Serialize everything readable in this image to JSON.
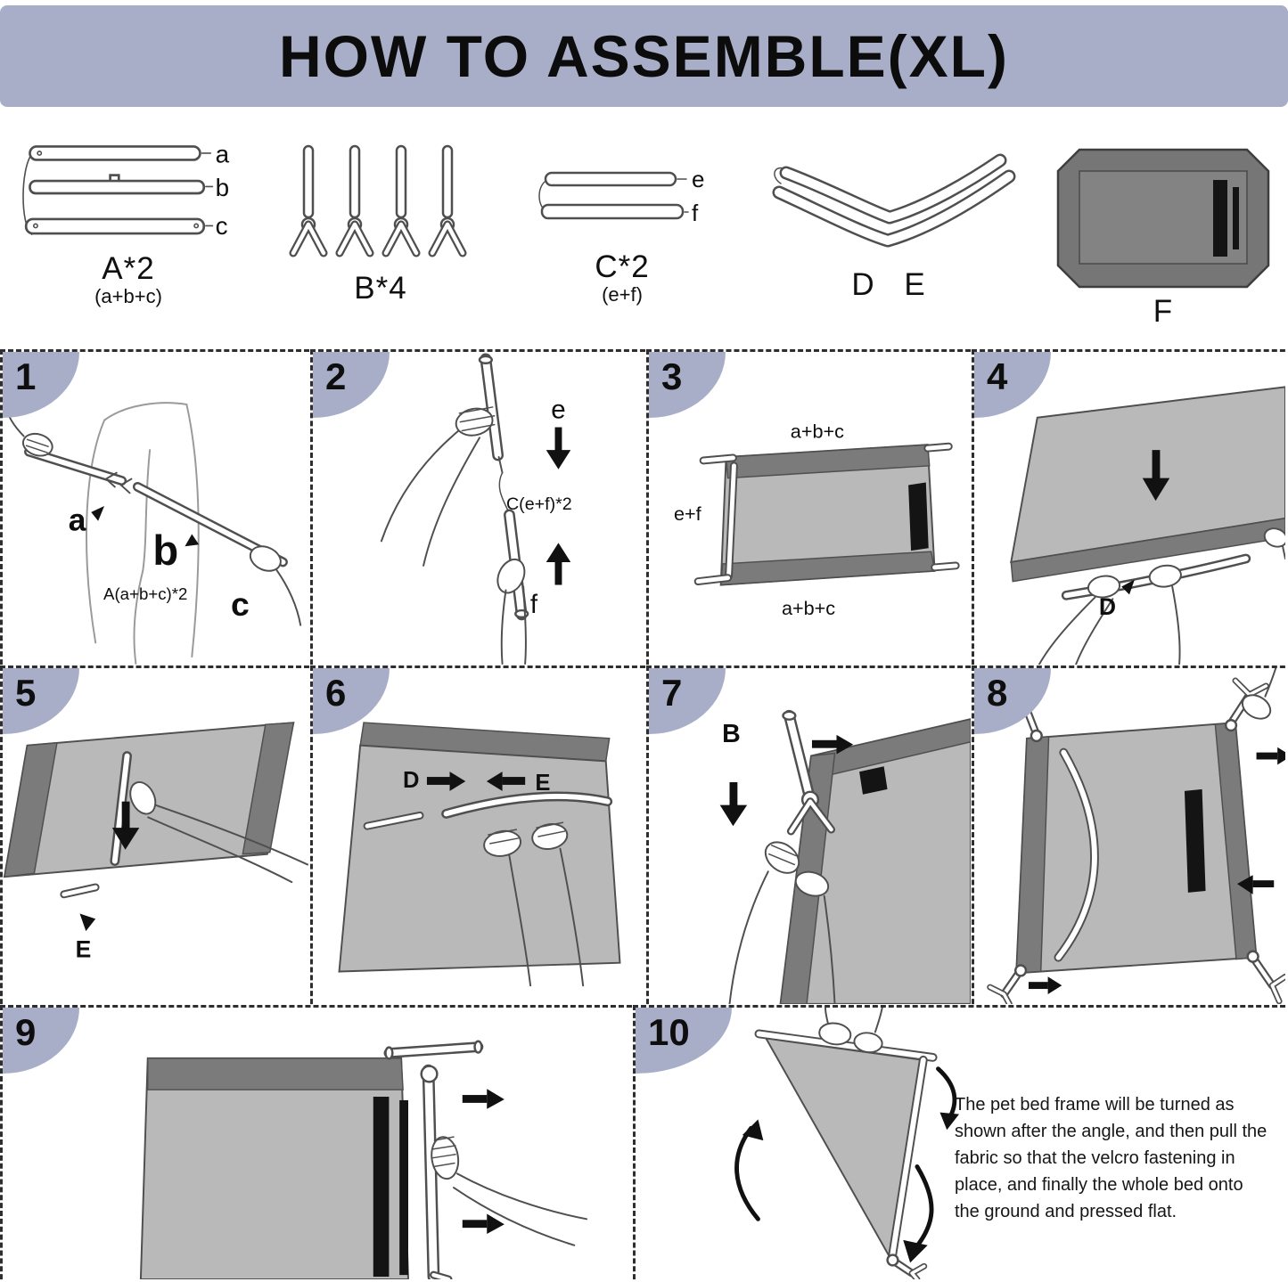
{
  "header": {
    "title": "HOW TO ASSEMBLE(XL)"
  },
  "parts": {
    "a": {
      "caption": "A*2",
      "sub": "(a+b+c)",
      "rods": [
        "a",
        "b",
        "c"
      ]
    },
    "b": {
      "caption": "B*4"
    },
    "c": {
      "caption": "C*2",
      "sub": "(e+f)",
      "rods": [
        "e",
        "f"
      ]
    },
    "de": {
      "caption": "D E"
    },
    "f": {
      "caption": "F"
    }
  },
  "steps": {
    "s1": {
      "num": "1",
      "label_a": "a",
      "label_b": "b",
      "label_c": "c",
      "formula": "A(a+b+c)*2"
    },
    "s2": {
      "num": "2",
      "label_e": "e",
      "label_f": "f",
      "formula": "C(e+f)*2"
    },
    "s3": {
      "num": "3",
      "top": "a+b+c",
      "left": "e+f",
      "bottom": "a+b+c"
    },
    "s4": {
      "num": "4",
      "label_d": "D"
    },
    "s5": {
      "num": "5",
      "label_e": "E"
    },
    "s6": {
      "num": "6",
      "label_d": "D",
      "label_e": "E"
    },
    "s7": {
      "num": "7",
      "label_b": "B"
    },
    "s8": {
      "num": "8"
    },
    "s9": {
      "num": "9"
    },
    "s10": {
      "num": "10",
      "note": "The pet bed frame will be turned as shown after the angle, and then pull the fabric so that the velcro fastening in place, and finally the whole bed onto the ground and pressed flat."
    }
  },
  "colors": {
    "accent": "#a9aec8",
    "fabric": "#b9b9b9",
    "band": "#7b7b7b",
    "velcro": "#141414"
  }
}
